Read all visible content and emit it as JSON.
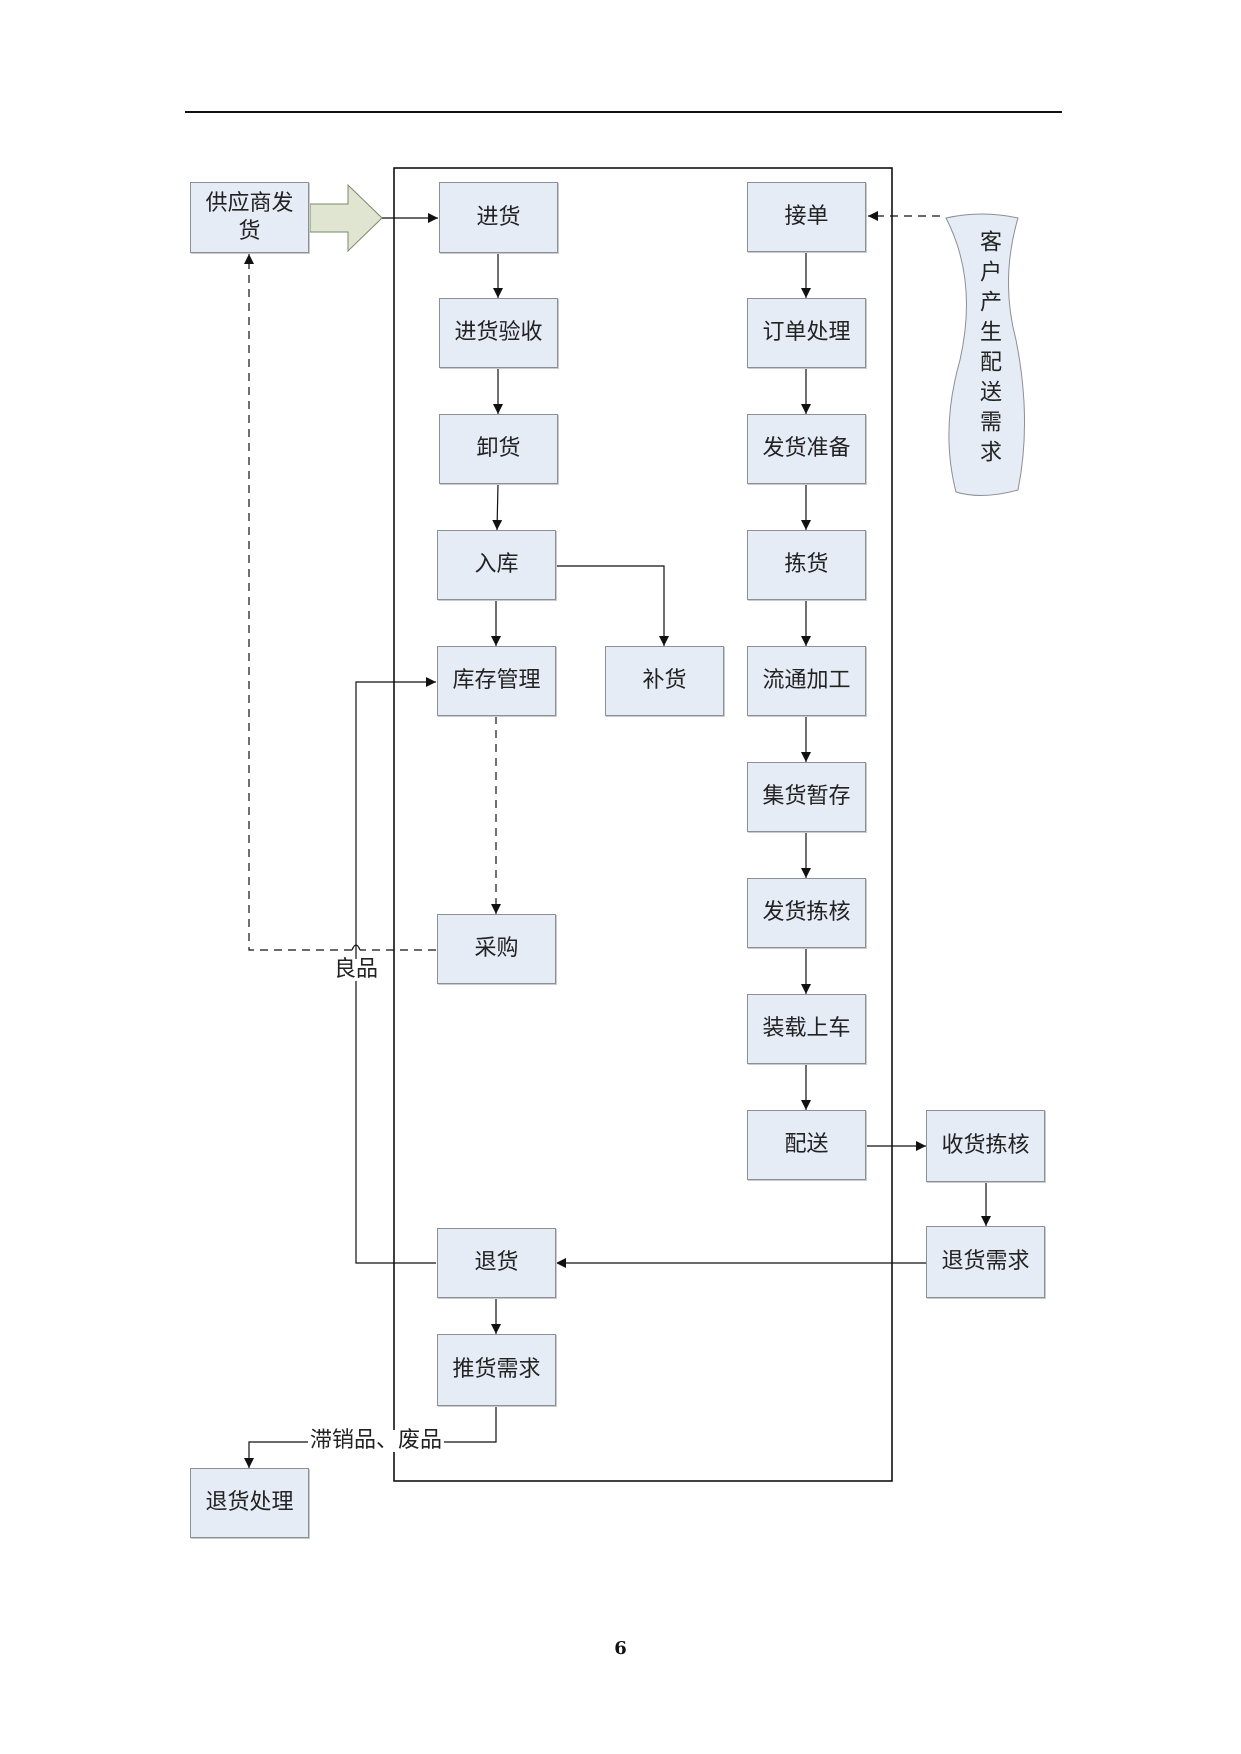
{
  "diagram": {
    "boxes": {
      "supplier": "供应商发货",
      "receiving": "进货",
      "inspection": "进货验收",
      "unloading": "卸货",
      "warehousing": "入库",
      "inventory": "库存管理",
      "replenish": "补货",
      "purchase": "采购",
      "returns": "退货",
      "push_demand": "推货需求",
      "return_handling": "退货处理",
      "order_receipt": "接单",
      "order_processing": "订单处理",
      "shipping_prep": "发货准备",
      "picking": "拣货",
      "processing": "流通加工",
      "staging": "集货暂存",
      "ship_check": "发货拣核",
      "loading": "装载上车",
      "delivery": "配送",
      "receipt_check": "收货拣核",
      "return_demand": "退货需求"
    },
    "customer_demand": "客户产生配送需求",
    "labels": {
      "good_goods": "良品",
      "slow_waste": "滞销品、废品"
    }
  },
  "page_number": "6",
  "colors": {
    "box_fill": "#e6ecf6",
    "box_border": "#8c8f94",
    "arrow_fill": "#dfe5d1"
  }
}
